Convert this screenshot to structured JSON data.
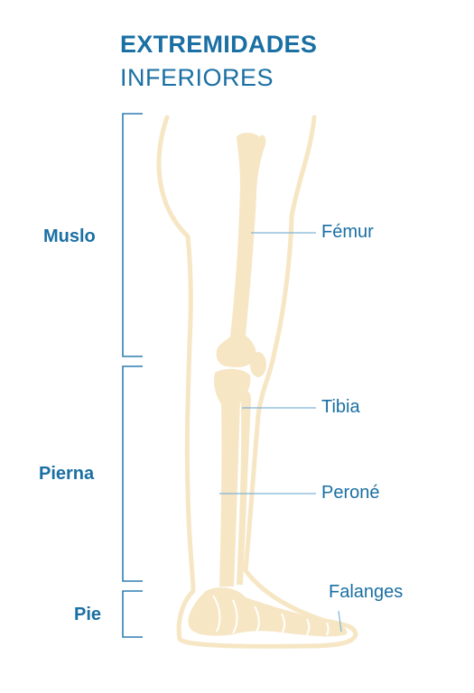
{
  "title": {
    "line1": "EXTREMIDADES",
    "line2": "INFERIORES"
  },
  "regions": {
    "thigh": "Muslo",
    "leg": "Pierna",
    "foot": "Pie"
  },
  "bones": {
    "femur": "Fémur",
    "tibia": "Tibia",
    "fibula": "Peroné",
    "phalanges": "Falanges"
  },
  "colors": {
    "accent": "#1a6fa3",
    "bracket": "#2e7fb0",
    "bone": "#f6e6c4",
    "leader": "#7fb3d5"
  }
}
